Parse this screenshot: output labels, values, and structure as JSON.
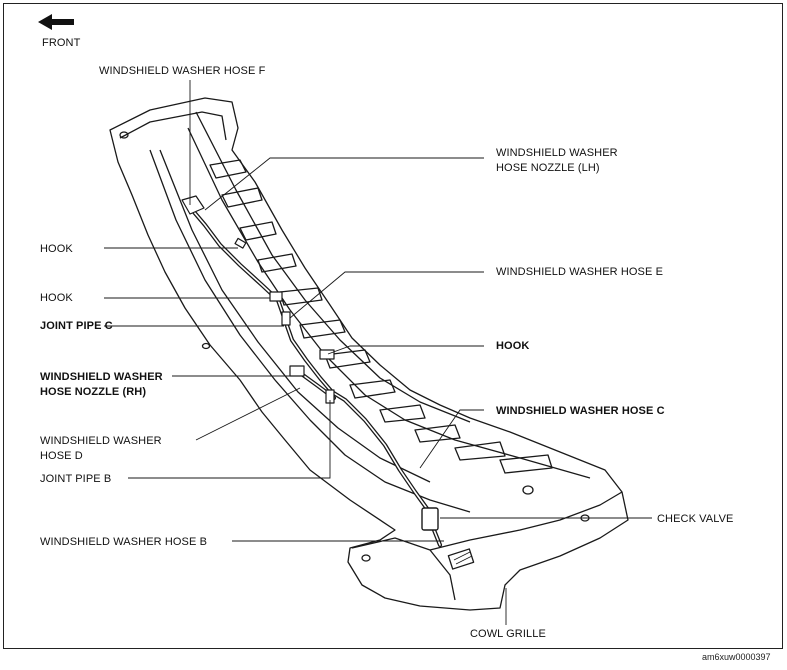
{
  "direction_label": "FRONT",
  "labels": {
    "hose_f": "WINDSHIELD WASHER HOSE F",
    "nozzle_lh_1": "WINDSHIELD WASHER",
    "nozzle_lh_2": "HOSE NOZZLE (LH)",
    "hook_1": "HOOK",
    "hose_e": "WINDSHIELD WASHER HOSE E",
    "hook_2": "HOOK",
    "joint_c": "JOINT PIPE C",
    "hook_3": "HOOK",
    "nozzle_rh_1": "WINDSHIELD WASHER",
    "nozzle_rh_2": "HOSE NOZZLE (RH)",
    "hose_c": "WINDSHIELD WASHER HOSE C",
    "hose_d_1": "WINDSHIELD WASHER",
    "hose_d_2": "HOSE D",
    "joint_b": "JOINT PIPE B",
    "check_valve": "CHECK VALVE",
    "hose_b": "WINDSHIELD WASHER HOSE B",
    "cowl": "COWL GRILLE"
  },
  "figure_code": "am6xuw0000397",
  "colors": {
    "line": "#1a1a1a",
    "hatch": "#7a7a7a"
  }
}
